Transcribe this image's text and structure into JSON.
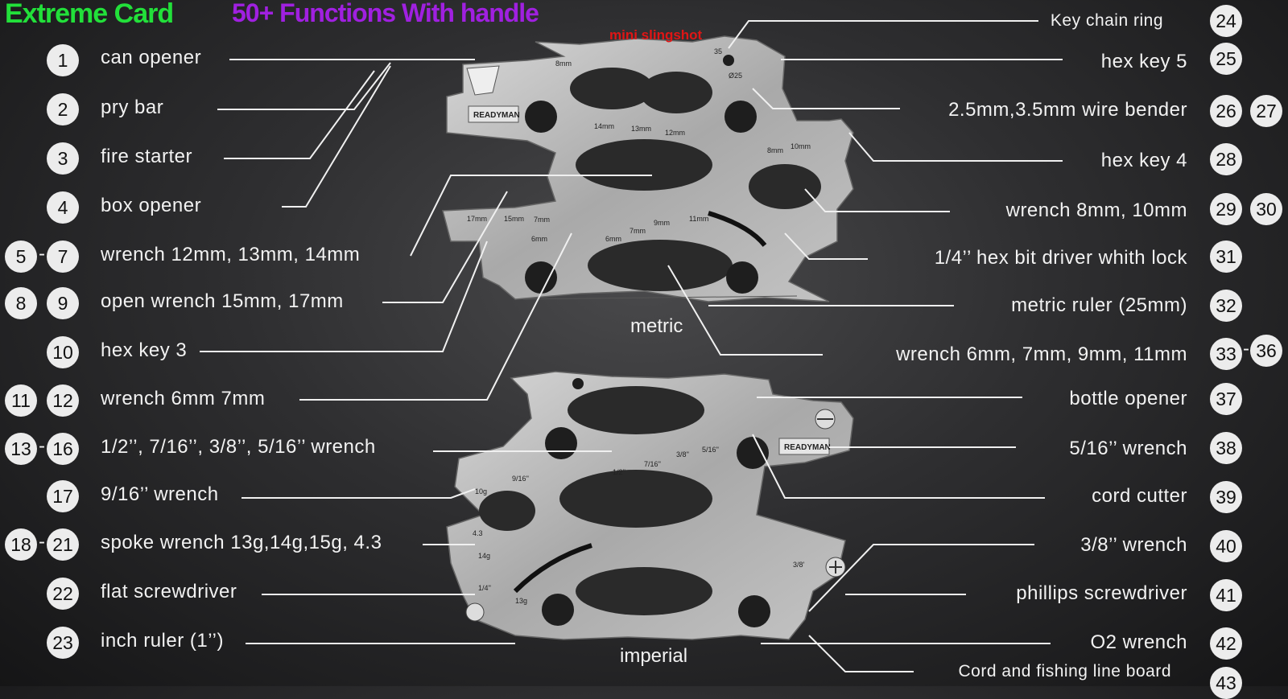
{
  "header": {
    "title": "Extreme Card",
    "subtitle": "50+ Functions With handle",
    "title_color": "#22e03a",
    "subtitle_color": "#a020e0"
  },
  "tool_labels": {
    "mini_slingshot": "mini slingshot",
    "slingshot_color": "#e01515",
    "metric": "metric",
    "imperial": "imperial",
    "stamp_readyman": "READYMAN"
  },
  "left_items": [
    {
      "nums": [
        "1"
      ],
      "label": "can opener"
    },
    {
      "nums": [
        "2"
      ],
      "label": "pry bar"
    },
    {
      "nums": [
        "3"
      ],
      "label": "fire starter"
    },
    {
      "nums": [
        "4"
      ],
      "label": "box opener"
    },
    {
      "nums": [
        "5",
        "7"
      ],
      "label": "wrench 12mm, 13mm, 14mm"
    },
    {
      "nums": [
        "8",
        "9"
      ],
      "label": "open wrench 15mm, 17mm"
    },
    {
      "nums": [
        "10"
      ],
      "label": "hex key 3"
    },
    {
      "nums": [
        "11",
        "12"
      ],
      "label": "wrench 6mm 7mm"
    },
    {
      "nums": [
        "13",
        "16"
      ],
      "label": "1/2’’, 7/16’’, 3/8’’, 5/16’’ wrench"
    },
    {
      "nums": [
        "17"
      ],
      "label": "9/16’’ wrench"
    },
    {
      "nums": [
        "18",
        "21"
      ],
      "label": "spoke wrench 13g,14g,15g, 4.3"
    },
    {
      "nums": [
        "22"
      ],
      "label": "flat screwdriver"
    },
    {
      "nums": [
        "23"
      ],
      "label": "inch ruler (1’’)"
    }
  ],
  "right_items": [
    {
      "nums": [
        "24"
      ],
      "label": "Key chain ring"
    },
    {
      "nums": [
        "25"
      ],
      "label": "hex key 5"
    },
    {
      "nums": [
        "26",
        "27"
      ],
      "label": "2.5mm,3.5mm  wire bender"
    },
    {
      "nums": [
        "28"
      ],
      "label": "hex key 4"
    },
    {
      "nums": [
        "29",
        "30"
      ],
      "label": "wrench 8mm, 10mm"
    },
    {
      "nums": [
        "31"
      ],
      "label": "1/4’’ hex bit driver whith lock"
    },
    {
      "nums": [
        "32"
      ],
      "label": "metric ruler (25mm)"
    },
    {
      "nums": [
        "33",
        "36"
      ],
      "label": "wrench 6mm, 7mm, 9mm,  11mm"
    },
    {
      "nums": [
        "37"
      ],
      "label": "bottle opener"
    },
    {
      "nums": [
        "38"
      ],
      "label": "5/16’’ wrench"
    },
    {
      "nums": [
        "39"
      ],
      "label": "cord cutter"
    },
    {
      "nums": [
        "40"
      ],
      "label": "3/8’’ wrench"
    },
    {
      "nums": [
        "41"
      ],
      "label": "phillips screwdriver"
    },
    {
      "nums": [
        "42"
      ],
      "label": "O2 wrench"
    },
    {
      "nums": [
        "43"
      ],
      "label": "Cord and fishing line board"
    }
  ],
  "metric_card_marks": [
    "8mm",
    "14mm",
    "13mm",
    "12mm",
    "8mm",
    "10mm",
    "17mm",
    "15mm",
    "7mm",
    "6mm",
    "6mm",
    "7mm",
    "9mm",
    "11mm",
    "35",
    "Ø25"
  ],
  "imperial_card_marks": [
    "1/2''",
    "7/16''",
    "3/8''",
    "5/16''",
    "9/16''",
    "1/4''",
    "13g",
    "14g",
    "4.3",
    "10g",
    "3/8'"
  ]
}
